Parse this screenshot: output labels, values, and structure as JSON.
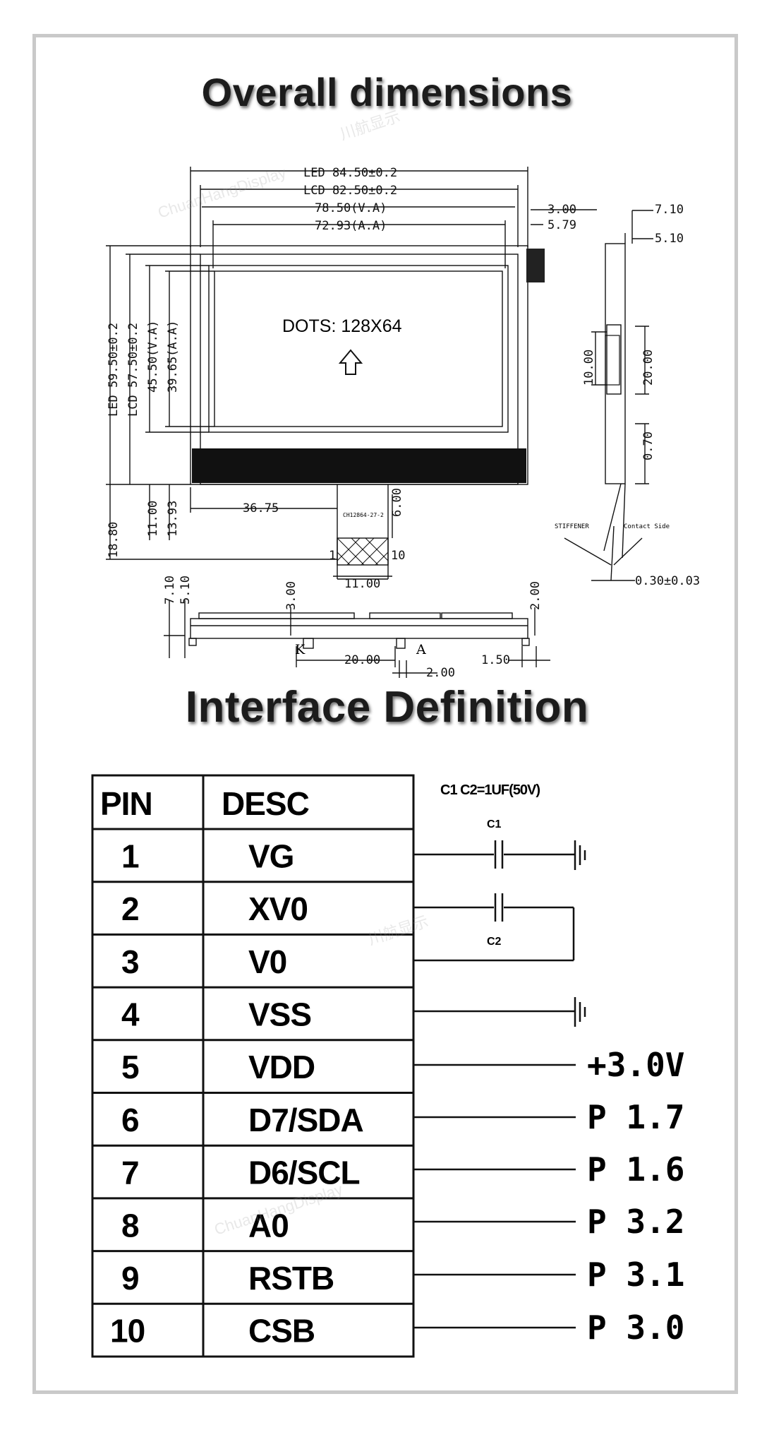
{
  "titles": {
    "overall": "Overall dimensions",
    "interface": "Interface Definition"
  },
  "drawing": {
    "led_width": "LED 84.50±0.2",
    "lcd_width": "LCD 82.50±0.2",
    "va_width": "78.50(V.A)",
    "aa_width": "72.93(A.A)",
    "led_height": "LED 59.50±0.2",
    "lcd_height": "LCD 57.50±0.2",
    "va_height": "45.50(V.A)",
    "aa_height": "39.65(A.A)",
    "dots": "DOTS: 128X64",
    "dim_3_00": "3.00",
    "dim_5_79": "5.79",
    "dim_7_10": "7.10",
    "dim_5_10": "5.10",
    "dim_10_00": "10.00",
    "dim_20_00": "20.00",
    "dim_0_70": "0.70",
    "dim_36_75": "36.75",
    "dim_6_00": "6.00",
    "dim_18_80": "18.80",
    "dim_11_00": "11.00",
    "dim_13_93": "13.93",
    "fpc_width": "11.00",
    "fpc_pin1": "1",
    "fpc_pin10": "10",
    "fpc_code": "CH12864-27-2",
    "stiffener": "STIFFENER",
    "contact_side": "Contact Side",
    "thickness": "0.30±0.03",
    "bottom_7_10": "7.10",
    "bottom_5_10": "5.10",
    "bottom_3_00": "3.00",
    "bottom_2_00_top": "2.00",
    "bottom_20_00": "20.00",
    "bottom_2_00": "2.00",
    "bottom_1_50": "1.50",
    "label_k": "K",
    "label_a": "A"
  },
  "table": {
    "headers": [
      "PIN",
      "DESC"
    ],
    "rows": [
      {
        "pin": "1",
        "desc": "VG"
      },
      {
        "pin": "2",
        "desc": "XV0"
      },
      {
        "pin": "3",
        "desc": "V0"
      },
      {
        "pin": "4",
        "desc": "VSS"
      },
      {
        "pin": "5",
        "desc": "VDD"
      },
      {
        "pin": "6",
        "desc": "D7/SDA"
      },
      {
        "pin": "7",
        "desc": "D6/SCL"
      },
      {
        "pin": "8",
        "desc": "A0"
      },
      {
        "pin": "9",
        "desc": "RSTB"
      },
      {
        "pin": "10",
        "desc": "CSB"
      }
    ]
  },
  "circuit": {
    "cap_note": "C1 C2=1UF(50V)",
    "c1": "C1",
    "c2": "C2",
    "vdd": "+3.0V",
    "p17": "P 1.7",
    "p16": "P 1.6",
    "p32": "P 3.2",
    "p31": "P 3.1",
    "p30": "P 3.0"
  },
  "watermark": {
    "cn": "川航显示",
    "en": "ChuanHangDisplay"
  }
}
